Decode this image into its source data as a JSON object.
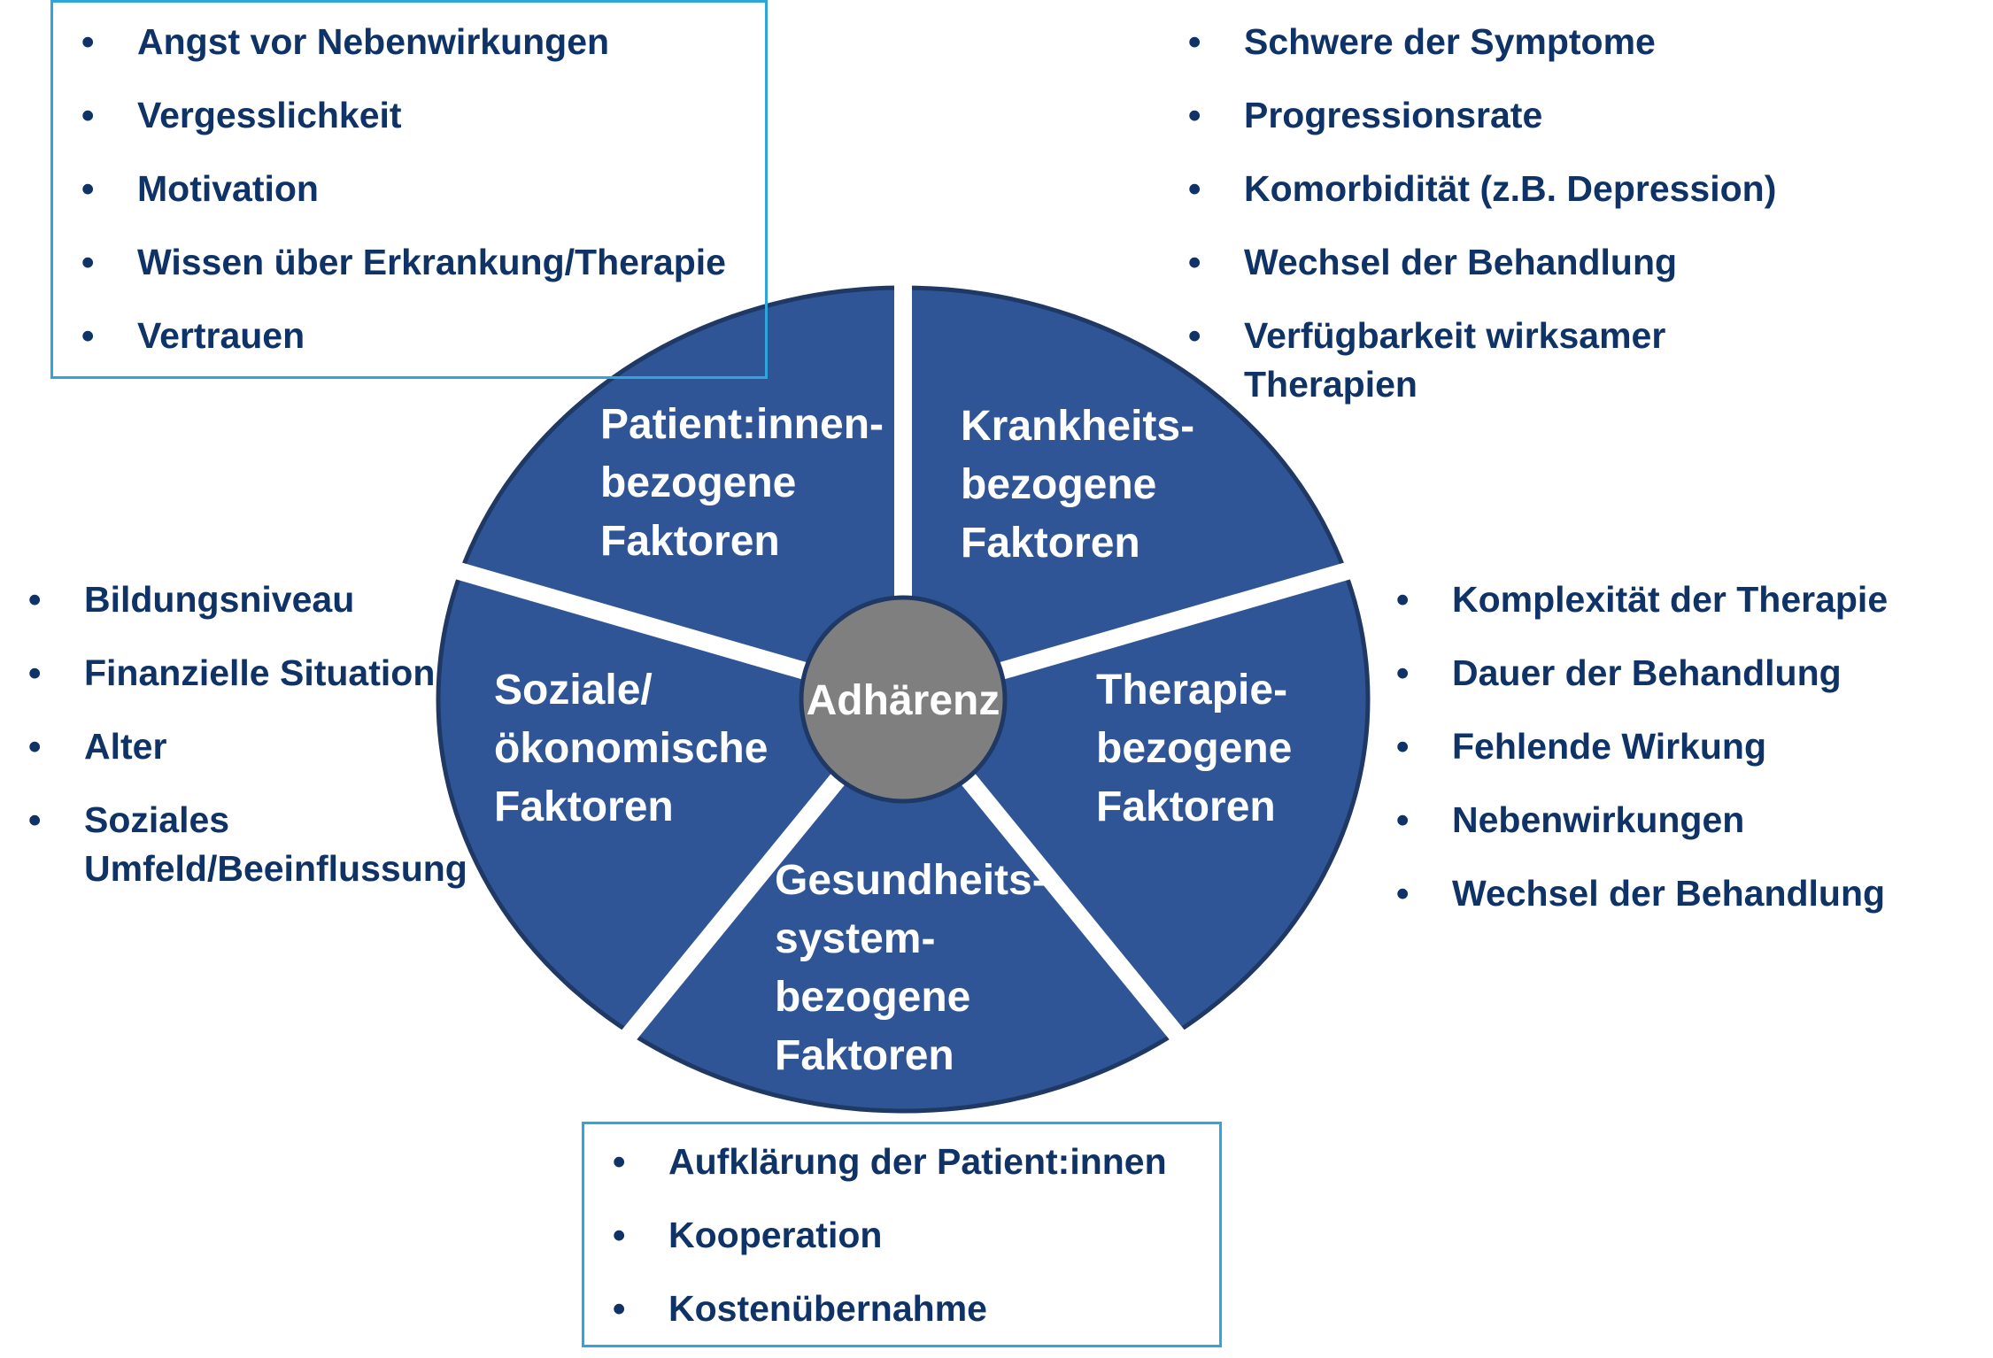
{
  "center": {
    "label": "Adhärenz"
  },
  "segments": [
    {
      "lines": [
        "Patient:innen-",
        "bezogene",
        "Faktoren"
      ]
    },
    {
      "lines": [
        "Krankheits-",
        "bezogene",
        "Faktoren"
      ]
    },
    {
      "lines": [
        "Therapie-",
        "bezogene",
        "Faktoren"
      ]
    },
    {
      "lines": [
        "Gesundheits-",
        "system-",
        "bezogene",
        "Faktoren"
      ]
    },
    {
      "lines": [
        "Soziale/",
        "ökonomische",
        "Faktoren"
      ]
    }
  ],
  "lists": {
    "top_left": {
      "items": [
        "Angst vor Nebenwirkungen",
        "Vergesslichkeit",
        "Motivation",
        "Wissen über Erkrankung/Therapie",
        "Vertrauen"
      ]
    },
    "top_right": {
      "items": [
        "Schwere der Symptome",
        "Progressionsrate",
        "Komorbidität (z.B. Depression)",
        "Wechsel der Behandlung",
        "Verfügbarkeit wirksamer Therapien"
      ]
    },
    "left": {
      "items": [
        "Bildungsniveau",
        "Finanzielle Situation",
        "Alter",
        "Soziales Umfeld/Beeinflussung"
      ]
    },
    "right": {
      "items": [
        "Komplexität der Therapie",
        "Dauer der Behandlung",
        "Fehlende Wirkung",
        "Nebenwirkungen",
        "Wechsel der Behandlung"
      ]
    },
    "bottom": {
      "items": [
        "Aufklärung der Patient:innen",
        "Kooperation",
        "Kostenübernahme"
      ]
    }
  },
  "bullet": "•",
  "colors": {
    "segment_fill": "#2f5597",
    "segment_stroke": "#1f3864",
    "center_fill": "#7f7f7f",
    "text_dark_blue": "#0f3366",
    "box_border": "#2ea6dc"
  }
}
